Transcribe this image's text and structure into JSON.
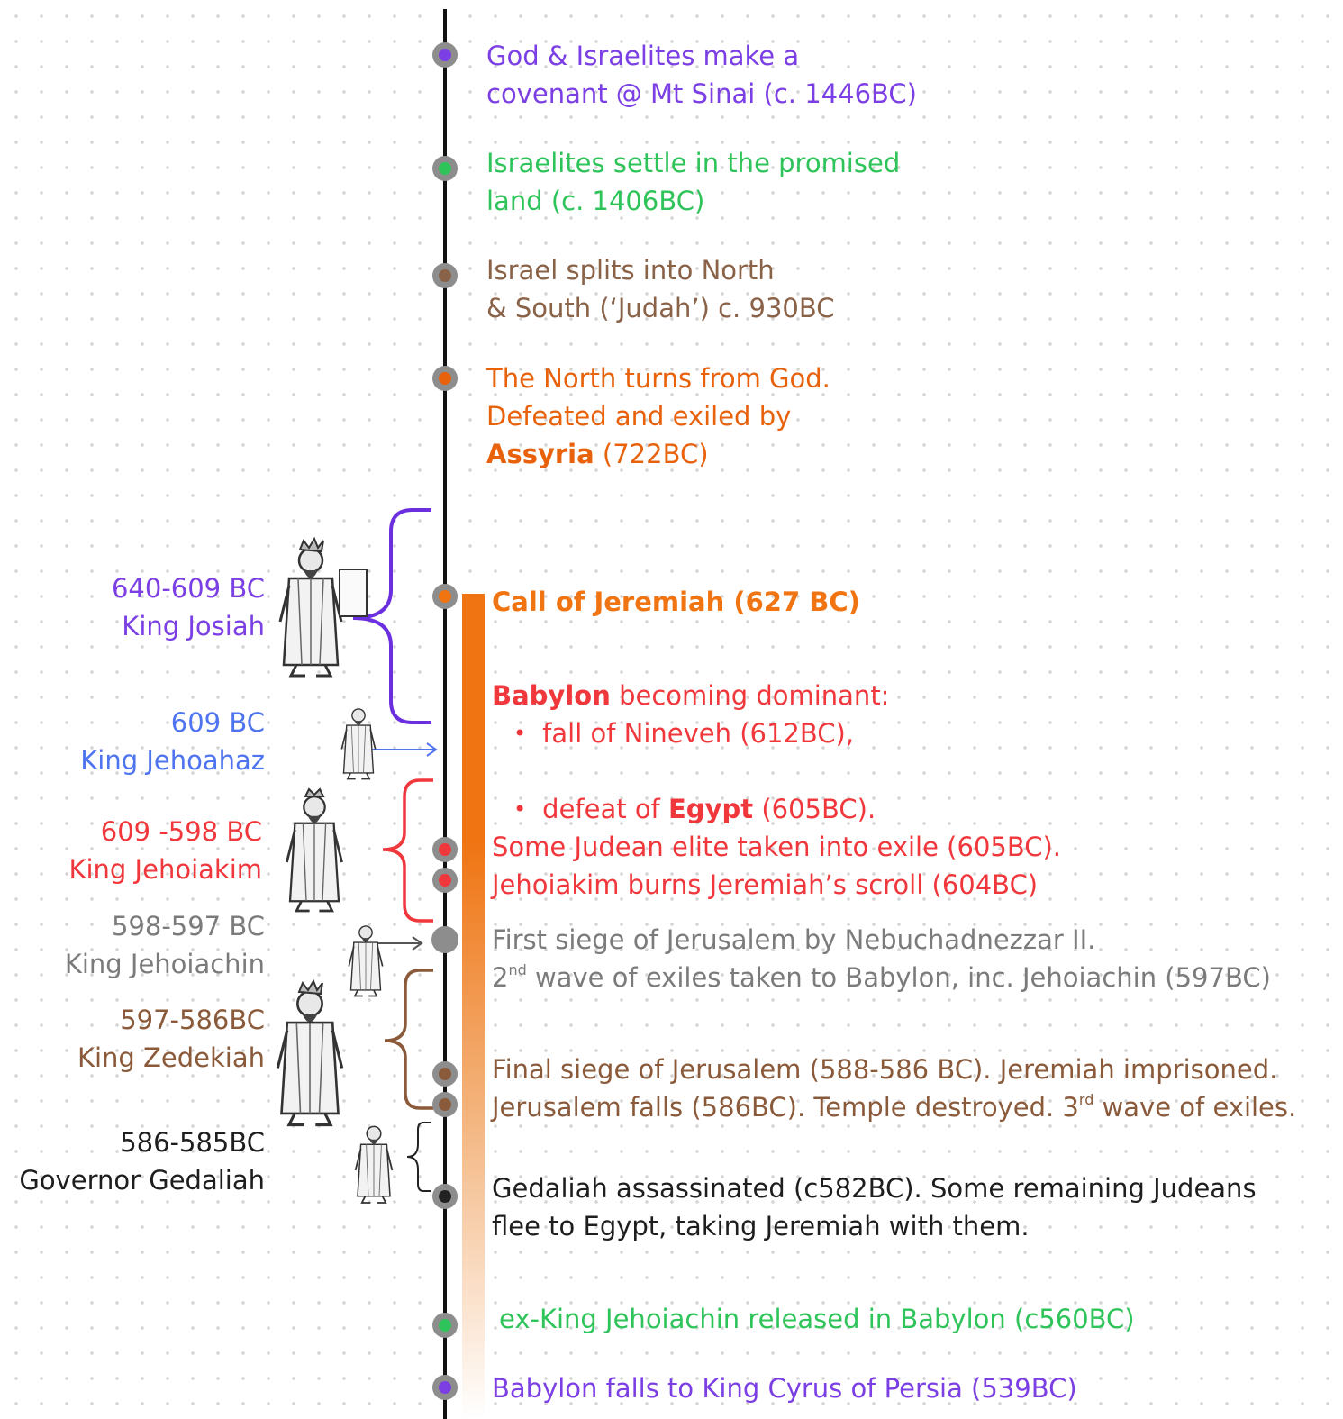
{
  "events": {
    "covenant": {
      "line1": "God & Israelites make a",
      "line2": "covenant @ Mt Sinai (c. 1446BC)"
    },
    "settle": {
      "line1": "Israelites settle in the promised",
      "line2": "land (c. 1406BC)"
    },
    "split": {
      "line1": "Israel splits into North",
      "line2": "& South (‘Judah’) c. 930BC"
    },
    "north": {
      "line1": "The North turns from God.",
      "line2": "Defeated and exiled by",
      "bold": "Assyria",
      "rest": " (722BC)"
    },
    "call": {
      "text": "Call of Jeremiah (627 BC)"
    },
    "babylon": {
      "bold": "Babylon",
      "rest": " becoming dominant:",
      "bullet1": "fall of Nineveh (612BC),",
      "bullet2_pre": "defeat of ",
      "bullet2_bold": "Egypt",
      "bullet2_post": " (605BC)."
    },
    "elite": {
      "text": "Some Judean elite taken into exile (605BC)."
    },
    "scroll": {
      "text": "Jehoiakim burns Jeremiah’s scroll (604BC)"
    },
    "siege1": {
      "line1": "First siege of Jerusalem by Nebuchadnezzar II.",
      "num": "2",
      "sup": "nd",
      "line2": " wave of exiles taken to Babylon, inc. Jehoiachin (597BC)"
    },
    "final": {
      "line1": "Final siege of Jerusalem (588-586 BC). Jeremiah imprisoned.",
      "line2_pre": "Jerusalem falls (586BC). Temple destroyed. 3",
      "sup": "rd",
      "line2_post": " wave of exiles."
    },
    "gedaliah": {
      "line1": "Gedaliah assassinated (c582BC). Some remaining Judeans",
      "line2": "flee to Egypt, taking Jeremiah with them."
    },
    "release": {
      "text": "ex-King Jehoiachin released in Babylon (c560BC)"
    },
    "cyrus": {
      "text": "Babylon falls to King Cyrus of Persia (539BC)"
    }
  },
  "rulers": [
    {
      "dates": "640-609 BC",
      "name": "King Josiah"
    },
    {
      "dates": "609 BC",
      "name": "King Jehoahaz"
    },
    {
      "dates": "609 -598 BC",
      "name": "King Jehoiakim"
    },
    {
      "dates": "598-597 BC",
      "name": "King Jehoiachin"
    },
    {
      "dates": "597-586BC",
      "name": "King Zedekiah"
    },
    {
      "dates": "586-585BC",
      "name": "Governor Gedaliah"
    }
  ],
  "colors": {
    "purple": "#7b3fe4",
    "green": "#2ec45a",
    "brown": "#8a6248",
    "orange": "#e8620c",
    "red": "#f0373c",
    "blue": "#4f74f0",
    "gray": "#7b7b7b",
    "dark": "#1e1e1e",
    "jeremiah_bar": "#f07412"
  },
  "figures": [
    "josiah-figure",
    "jehoahaz-figure",
    "jehoiakim-figure",
    "jehoiachin-figure",
    "zedekiah-figure",
    "gedaliah-figure"
  ]
}
